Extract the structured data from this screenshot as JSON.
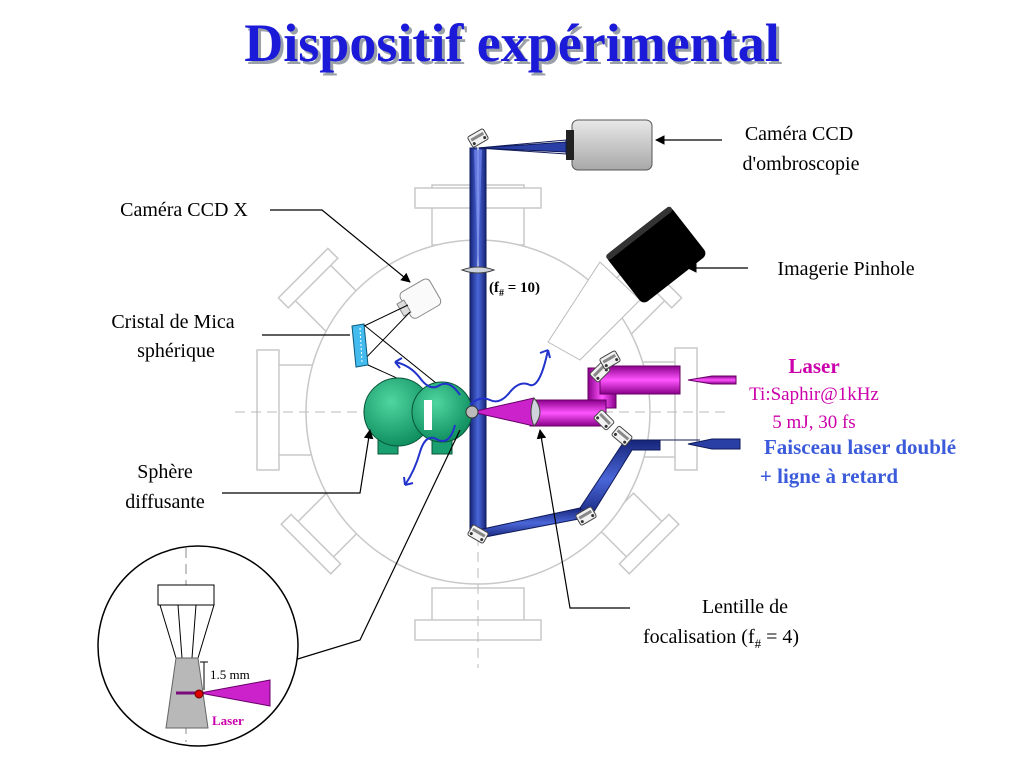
{
  "title": "Dispositif expérimental",
  "labels": {
    "camera_ccd_ombro_1": "Caméra CCD",
    "camera_ccd_ombro_2": "d'ombroscopie",
    "camera_ccd_x": "Caméra CCD X",
    "imagerie_pinhole": "Imagerie Pinhole",
    "cristal_1": "Cristal de Mica",
    "cristal_2": "sphérique",
    "laser_title": "Laser",
    "laser_line1": "Ti:Saphir@1kHz",
    "laser_line2": "5 mJ, 30 fs",
    "faisceau_1": "Faisceau laser doublé",
    "faisceau_2": "+ ligne à retard",
    "sphere_1": "Sphère",
    "sphere_2": "diffusante",
    "lentille_1": "Lentille de",
    "lentille_2_pre": "focalisation  (f",
    "lentille_2_sub": "#",
    "lentille_2_post": " = 4)",
    "fnum_pre": "(f",
    "fnum_sub": "#",
    "fnum_post": " = 10)",
    "inset_distance": "1.5 mm",
    "inset_laser": "Laser"
  },
  "colors": {
    "title": "#1a1ad8",
    "beam_blue": "#2a3fa6",
    "laser_magenta": "#cc00cc",
    "green_sphere": "#1aa070",
    "faisceau_text": "#3b5bdb",
    "laser_text": "#cc00aa"
  }
}
